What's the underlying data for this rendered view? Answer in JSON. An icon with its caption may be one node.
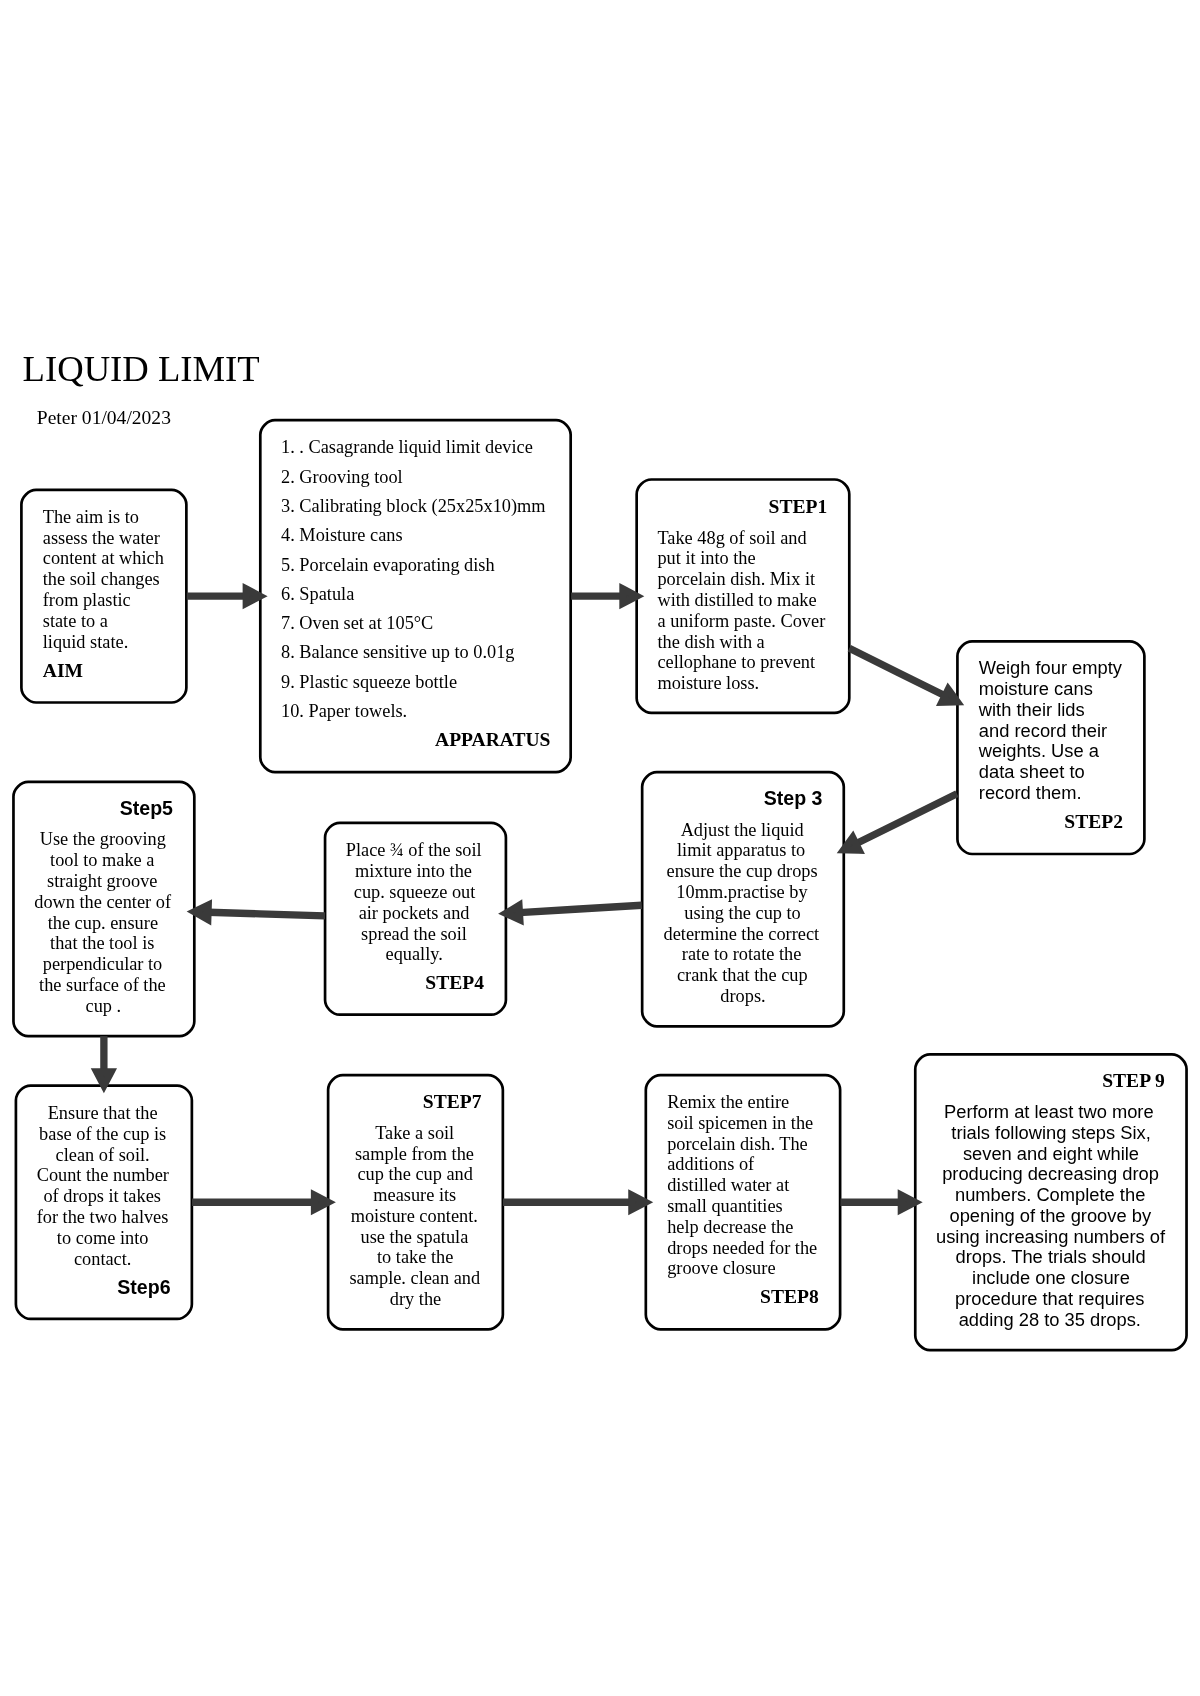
{
  "diagram": {
    "title": "LIQUID LIMIT",
    "nodes": [
      {
        "text": [
          "The aim is to assess the water content at which the soil changes from plastic state to a liquid state.",
          "AIM"
        ]
      },
      {
        "text": [
          "1. . Casagrande liquid limit device",
          "2. Grooving tool",
          "3. Calibrating block (25x25x10)mm",
          "4. Moisture cans",
          "5. Porcelain evaporating dish",
          "6. Spatula",
          "7. Oven set at 105°C",
          "8. Balance sensitive up to 0.01g",
          "9. Plastic squeeze bottle",
          "10. Paper towels.",
          "APPARATUS"
        ]
      },
      {
        "text": [
          "STEP1",
          "Take 48g of soil and put it into the porcelain dish. Mix it with distilled to make a uniform paste. Cover the dish with a cellophane to prevent moisture loss."
        ]
      },
      {
        "text": [
          "Weigh four empty moisture cans with their lids and record their weights. Use a data sheet to record them.",
          "STEP2"
        ]
      },
      {
        "text": [
          "Step 3",
          "Adjust the liquid limit apparatus to ensure the cup drops 10mm.practise by using the cup to determine the correct rate to rotate the crank that the cup drops."
        ]
      },
      {
        "text": [
          "Place ¾ of the soil mixture into the cup. squeeze out air pockets and spread the soil equally.",
          "STEP4"
        ]
      },
      {
        "text": [
          "Step5",
          "Use the grooving tool to make a straight groove down the center of the cup. ensure that the tool is perpendicular to the surface of the cup ."
        ]
      },
      {
        "text": [
          "Ensure that the base of the cup is clean of soil. Count the number of drops it takes for the two halves to come into contact.",
          "Step6"
        ]
      },
      {
        "text": [
          "STEP7",
          "Take a soil sample from the cup the cup and measure its moisture content. use the spatula to take the sample. clean and dry the"
        ]
      },
      {
        "text": [
          "Remix the entire soil spicemen in the porcelain dish. The additions of distilled water at small quantities help decrease the drops needed for the groove closure",
          "STEP8"
        ]
      },
      {
        "text": [
          "STEP 9",
          "Perform at least two more trials following steps Six, seven and eight while producing decreasing drop numbers. Complete the opening of the groove by using increasing numbers of drops. The trials should include one closure procedure that requires adding 28 to 35 drops."
        ]
      }
    ],
    "edges": [
      {
        "from": 0,
        "to": 1,
        "arrow": "to"
      },
      {
        "from": 1,
        "to": 2,
        "arrow": "to"
      },
      {
        "from": 2,
        "to": 3,
        "arrow": "to"
      },
      {
        "from": 3,
        "to": 4,
        "arrow": "to"
      },
      {
        "from": 4,
        "to": 5,
        "arrow": "to"
      },
      {
        "from": 5,
        "to": 6,
        "arrow": "to"
      },
      {
        "from": 6,
        "to": 7,
        "arrow": "to"
      },
      {
        "from": 7,
        "to": 8,
        "arrow": "to"
      },
      {
        "from": 8,
        "to": 9,
        "arrow": "to"
      },
      {
        "from": 9,
        "to": 10,
        "arrow": "to"
      }
    ],
    "labels": [
      "Peter 01/04/2023"
    ]
  }
}
